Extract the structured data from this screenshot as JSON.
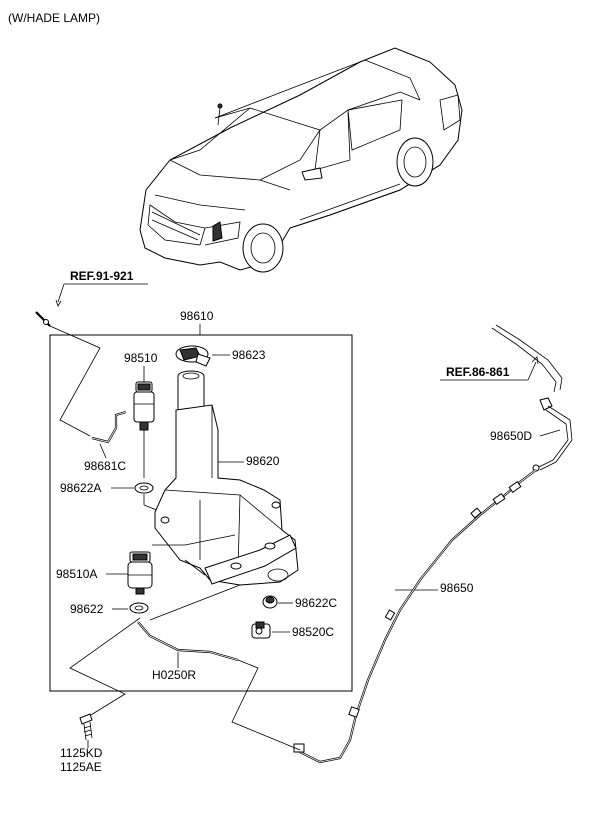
{
  "header": {
    "note": "(W/HADE LAMP)"
  },
  "references": [
    {
      "id": "ref-91-921",
      "label": "REF.91-921"
    },
    {
      "id": "ref-86-861",
      "label": "REF.86-861"
    }
  ],
  "parts": {
    "p98610": "98610",
    "p98510": "98510",
    "p98623": "98623",
    "p98681C": "98681C",
    "p98620": "98620",
    "p98622A": "98622A",
    "p98510A": "98510A",
    "p98622": "98622",
    "p98622C": "98622C",
    "p98520C": "98520C",
    "pH0250R": "H0250R",
    "p1125KD": "1125KD",
    "p1125AE": "1125AE",
    "p98650D": "98650D",
    "p98650": "98650"
  }
}
